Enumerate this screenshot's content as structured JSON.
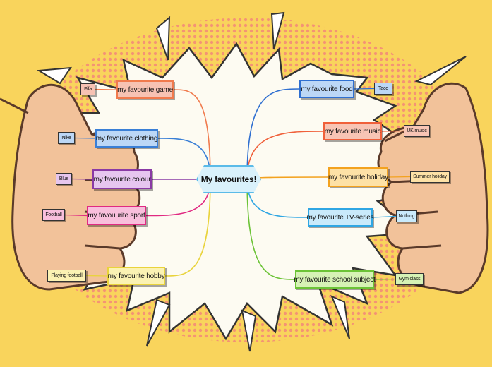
{
  "center": {
    "label": "My favourites!",
    "fill": "#d9f1fb",
    "stroke": "#5bbbe8"
  },
  "branches": [
    {
      "label": "my favourite game",
      "leaf": "Fifa",
      "fill": "#f7c2b3",
      "stroke": "#f07a4d"
    },
    {
      "label": "my favourite clothing",
      "leaf": "Nike",
      "fill": "#bcd7f6",
      "stroke": "#3a7fd6"
    },
    {
      "label": "my favourite colour",
      "leaf": "Blue",
      "fill": "#e6c6ef",
      "stroke": "#8a3aa5"
    },
    {
      "label": "my favouurite sport",
      "leaf": "Football",
      "fill": "#f8bfdc",
      "stroke": "#e02a82"
    },
    {
      "label": "my favourite hobby",
      "leaf": "Playing football",
      "fill": "#fbf2b3",
      "stroke": "#e9d33c"
    },
    {
      "label": "my favourite food",
      "leaf": "Taco",
      "fill": "#bcd7f6",
      "stroke": "#2f6fd0"
    },
    {
      "label": "my favourite music",
      "leaf": "UK music",
      "fill": "#f8c5b5",
      "stroke": "#f0603a"
    },
    {
      "label": "my favourite holiday",
      "leaf": "Summer holiday",
      "fill": "#fde1a6",
      "stroke": "#f3a21f"
    },
    {
      "label": "my favourite TV-series",
      "leaf": "Nothing",
      "fill": "#c9eafb",
      "stroke": "#2fa6e3"
    },
    {
      "label": "my favourite school subject",
      "leaf": "Gym class",
      "fill": "#d6f2b5",
      "stroke": "#6cc337"
    }
  ],
  "colors": {
    "background": "#f9d45c",
    "dots": "#f3847a",
    "burst": "#fdfbf2",
    "hand": "#f2c29a",
    "hand_outline": "#5a3a2a"
  }
}
